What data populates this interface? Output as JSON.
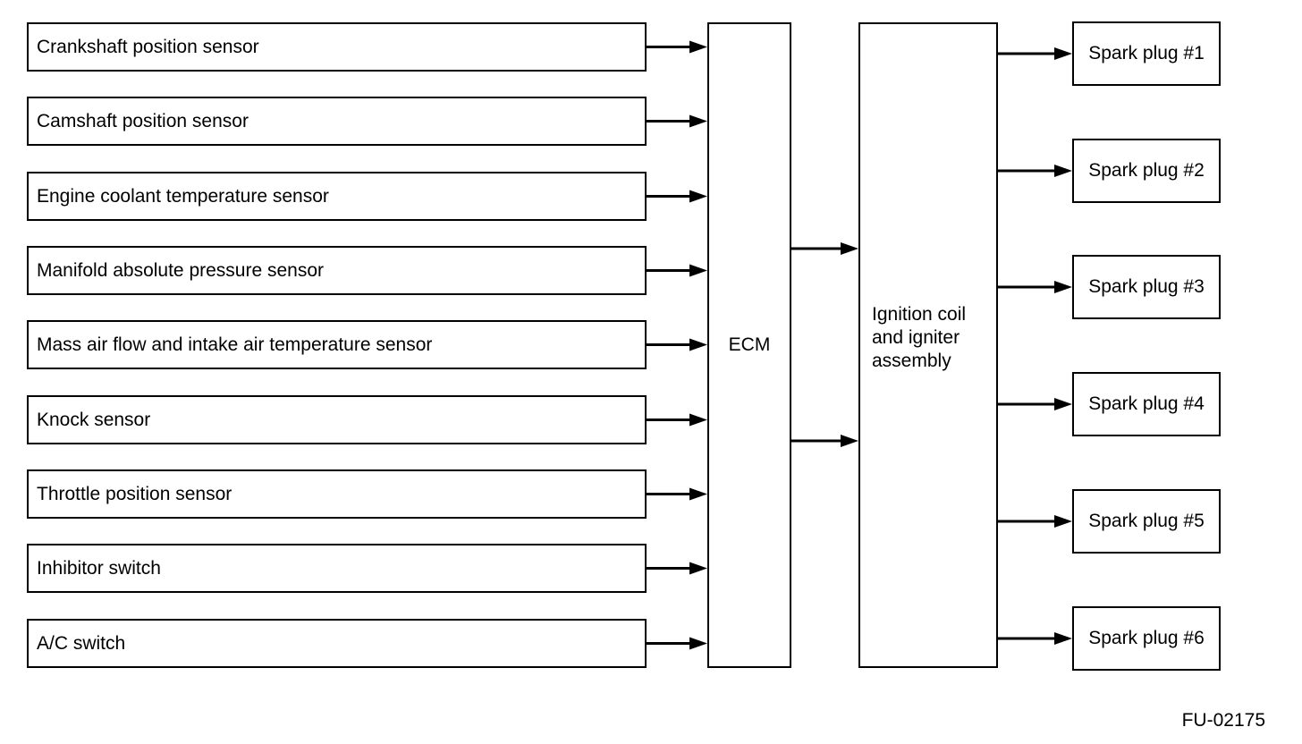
{
  "diagram": {
    "inputs": [
      "Crankshaft position sensor",
      "Camshaft position sensor",
      "Engine coolant temperature sensor",
      "Manifold absolute pressure sensor",
      "Mass air flow and intake air temperature sensor",
      "Knock sensor",
      "Throttle position sensor",
      "Inhibitor switch",
      "A/C switch"
    ],
    "ecm_label": "ECM",
    "coil_label": "Ignition coil\nand igniter\nassembly",
    "outputs": [
      "Spark plug #1",
      "Spark plug #2",
      "Spark plug #3",
      "Spark plug #4",
      "Spark plug #5",
      "Spark plug #6"
    ],
    "figure_code": "FU-02175",
    "edges": [
      {
        "from": "Crankshaft position sensor",
        "to": "ECM"
      },
      {
        "from": "Camshaft position sensor",
        "to": "ECM"
      },
      {
        "from": "Engine coolant temperature sensor",
        "to": "ECM"
      },
      {
        "from": "Manifold absolute pressure sensor",
        "to": "ECM"
      },
      {
        "from": "Mass air flow and intake air temperature sensor",
        "to": "ECM"
      },
      {
        "from": "Knock sensor",
        "to": "ECM"
      },
      {
        "from": "Throttle position sensor",
        "to": "ECM"
      },
      {
        "from": "Inhibitor switch",
        "to": "ECM"
      },
      {
        "from": "A/C switch",
        "to": "ECM"
      },
      {
        "from": "ECM",
        "to": "Ignition coil and igniter assembly"
      },
      {
        "from": "ECM",
        "to": "Ignition coil and igniter assembly"
      },
      {
        "from": "Ignition coil and igniter assembly",
        "to": "Spark plug #1"
      },
      {
        "from": "Ignition coil and igniter assembly",
        "to": "Spark plug #2"
      },
      {
        "from": "Ignition coil and igniter assembly",
        "to": "Spark plug #3"
      },
      {
        "from": "Ignition coil and igniter assembly",
        "to": "Spark plug #4"
      },
      {
        "from": "Ignition coil and igniter assembly",
        "to": "Spark plug #5"
      },
      {
        "from": "Ignition coil and igniter assembly",
        "to": "Spark plug #6"
      }
    ],
    "line_color": "#000000",
    "background_color": "#ffffff"
  }
}
